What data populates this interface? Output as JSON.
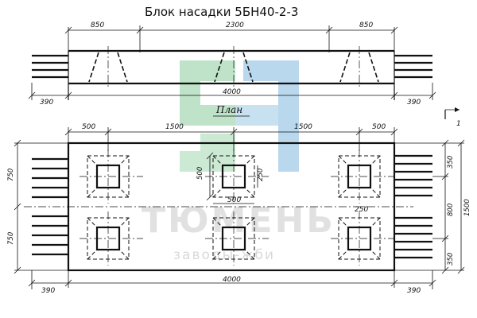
{
  "title": "Блок насадки 5БН40-2-3",
  "watermark": {
    "line1": "ТЮМЕНЬ",
    "line2": "заводы-жби",
    "green": "#3fae5a",
    "blue": "#2e8bc9"
  },
  "elevation": {
    "top_dims": [
      "850",
      "2300",
      "850"
    ],
    "bottom_dims": [
      "390",
      "4000",
      "390"
    ]
  },
  "caption": "План",
  "section_marker": "1",
  "plan": {
    "top_dims": [
      "500",
      "1500",
      "1500",
      "500"
    ],
    "left_dims": [
      "750",
      "750"
    ],
    "right_dims": [
      "350",
      "800",
      "1500",
      "350"
    ],
    "inner_dims": [
      "500",
      "250",
      "500",
      "250"
    ],
    "bottom_dims": [
      "390",
      "4000",
      "390"
    ]
  }
}
